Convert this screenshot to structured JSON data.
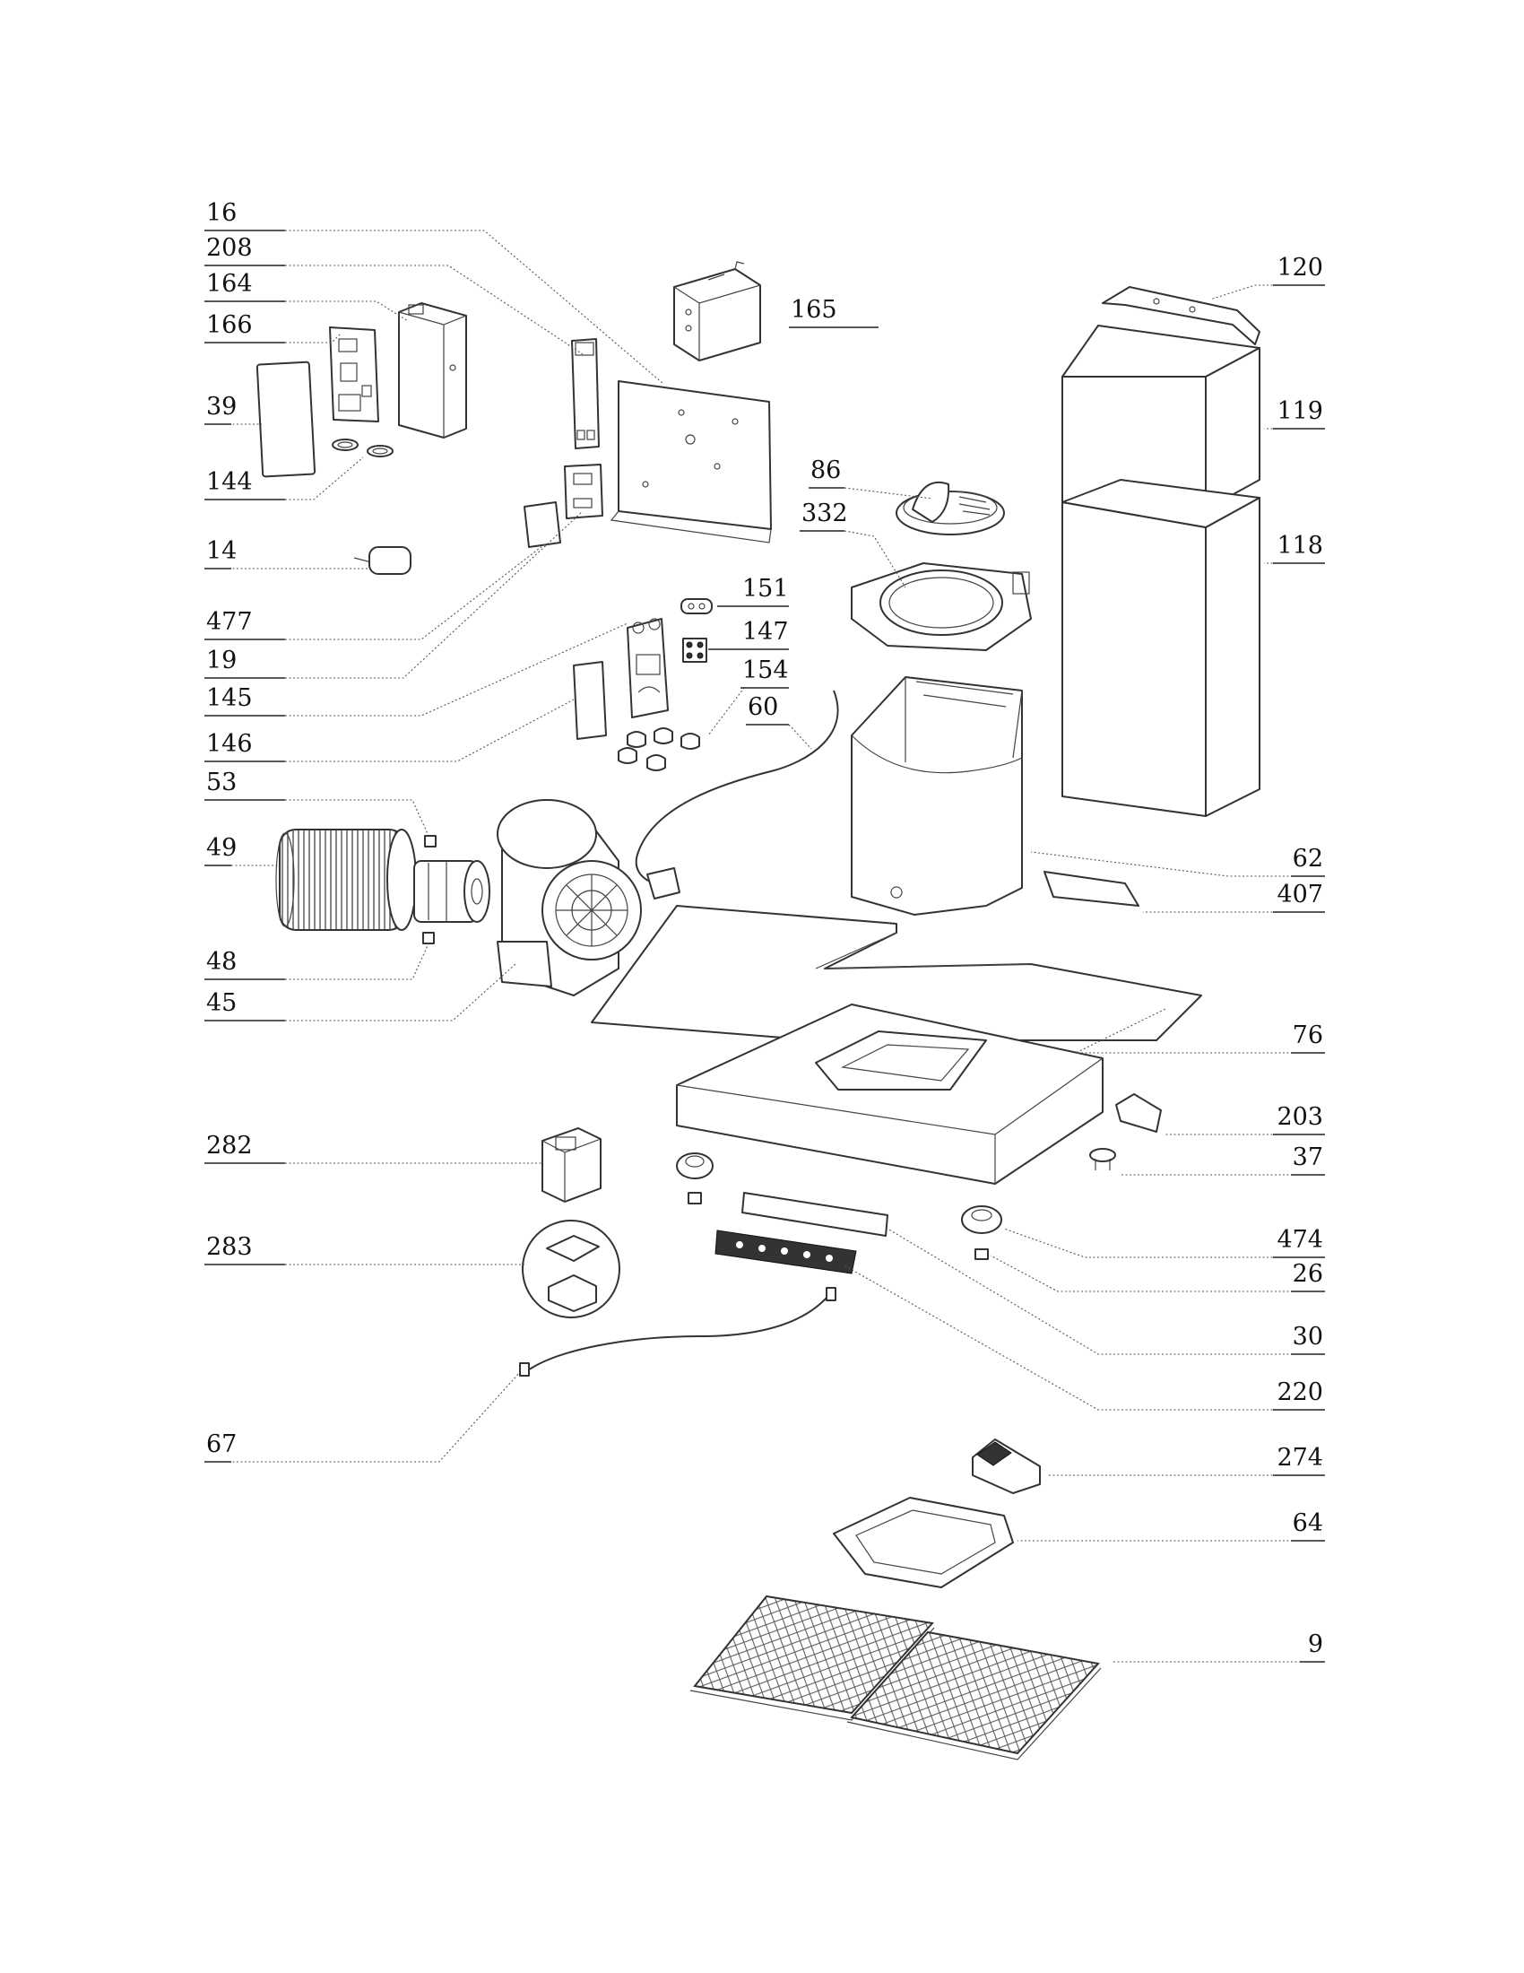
{
  "parts": [
    {
      "id": "16",
      "name": "label-16"
    },
    {
      "id": "208",
      "name": "label-208"
    },
    {
      "id": "164",
      "name": "label-164"
    },
    {
      "id": "166",
      "name": "label-166"
    },
    {
      "id": "39",
      "name": "label-39"
    },
    {
      "id": "144",
      "name": "label-144"
    },
    {
      "id": "14",
      "name": "label-14"
    },
    {
      "id": "477",
      "name": "label-477"
    },
    {
      "id": "19",
      "name": "label-19"
    },
    {
      "id": "145",
      "name": "label-145"
    },
    {
      "id": "146",
      "name": "label-146"
    },
    {
      "id": "53",
      "name": "label-53"
    },
    {
      "id": "49",
      "name": "label-49"
    },
    {
      "id": "48",
      "name": "label-48"
    },
    {
      "id": "45",
      "name": "label-45"
    },
    {
      "id": "282",
      "name": "label-282"
    },
    {
      "id": "283",
      "name": "label-283"
    },
    {
      "id": "67",
      "name": "label-67"
    },
    {
      "id": "165",
      "name": "label-165"
    },
    {
      "id": "151",
      "name": "label-151"
    },
    {
      "id": "147",
      "name": "label-147"
    },
    {
      "id": "154",
      "name": "label-154"
    },
    {
      "id": "60",
      "name": "label-60"
    },
    {
      "id": "86",
      "name": "label-86"
    },
    {
      "id": "332",
      "name": "label-332"
    },
    {
      "id": "120",
      "name": "label-120"
    },
    {
      "id": "119",
      "name": "label-119"
    },
    {
      "id": "118",
      "name": "label-118"
    },
    {
      "id": "62",
      "name": "label-62"
    },
    {
      "id": "407",
      "name": "label-407"
    },
    {
      "id": "76",
      "name": "label-76"
    },
    {
      "id": "203",
      "name": "label-203"
    },
    {
      "id": "37",
      "name": "label-37"
    },
    {
      "id": "474",
      "name": "label-474"
    },
    {
      "id": "26",
      "name": "label-26"
    },
    {
      "id": "30",
      "name": "label-30"
    },
    {
      "id": "220",
      "name": "label-220"
    },
    {
      "id": "274",
      "name": "label-274"
    },
    {
      "id": "64",
      "name": "label-64"
    },
    {
      "id": "9",
      "name": "label-9"
    }
  ]
}
